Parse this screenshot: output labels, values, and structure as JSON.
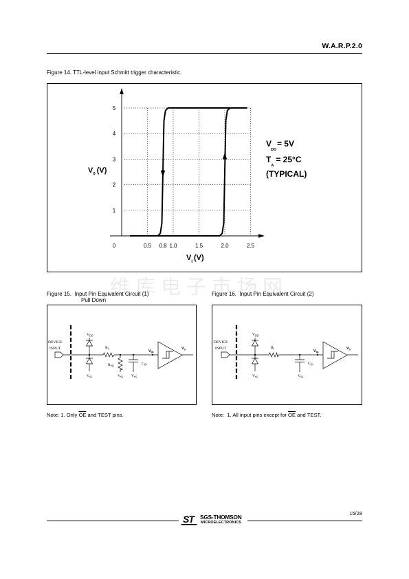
{
  "header": {
    "title": "W.A.R.P.2.0"
  },
  "watermark": "维库电子市场网",
  "fig14": {
    "caption": "Figure 14. TTL-level input Schmitt trigger characteristic.",
    "conditions": {
      "supply": {
        "main": "V",
        "sub": "DD",
        "rest": "= 5V"
      },
      "temperature": {
        "main": "T",
        "sub": "A",
        "rest": "= 25°C"
      },
      "typical": "(TYPICAL)"
    }
  },
  "chart_data": {
    "type": "line",
    "xlabel": {
      "main": "V",
      "sub": "I",
      "unit": "(V)"
    },
    "ylabel": {
      "main": "V",
      "sub": "0",
      "unit": "(V)"
    },
    "xlim": [
      0,
      2.5
    ],
    "ylim": [
      0,
      5
    ],
    "origin_label": "0",
    "x_ticks": [
      {
        "value": 0.5,
        "label": "0.5"
      },
      {
        "value": 0.8,
        "label": "0.8"
      },
      {
        "value": 1.0,
        "label": "1.0"
      },
      {
        "value": 1.5,
        "label": "1.5"
      },
      {
        "value": 2.0,
        "label": "2.0"
      },
      {
        "value": 2.5,
        "label": "2.5"
      }
    ],
    "y_ticks": [
      {
        "value": 1,
        "label": "1"
      },
      {
        "value": 2,
        "label": "2"
      },
      {
        "value": 3,
        "label": "3"
      },
      {
        "value": 4,
        "label": "4"
      },
      {
        "value": 5,
        "label": "5"
      }
    ],
    "grid": true,
    "grid_style": "dotted",
    "grid_x": [
      0.5,
      1.0,
      1.5,
      2.0,
      2.5
    ],
    "grid_y": [
      1,
      2,
      3,
      4,
      5
    ],
    "series": [
      {
        "arrow": "up",
        "arrow_at": [
          2.0,
          3.1
        ],
        "points": [
          [
            0.17,
            0
          ],
          [
            1.9,
            0
          ],
          [
            1.95,
            0.1
          ],
          [
            1.98,
            0.5
          ],
          [
            2.0,
            2.5
          ],
          [
            2.02,
            4.5
          ],
          [
            2.05,
            4.9
          ],
          [
            2.1,
            5
          ],
          [
            2.42,
            5
          ]
        ]
      },
      {
        "arrow": "down",
        "arrow_at": [
          0.8,
          2.45
        ],
        "points": [
          [
            2.42,
            5
          ],
          [
            0.9,
            5
          ],
          [
            0.85,
            4.9
          ],
          [
            0.82,
            4.5
          ],
          [
            0.8,
            2.5
          ],
          [
            0.78,
            0.5
          ],
          [
            0.75,
            0.1
          ],
          [
            0.7,
            0
          ],
          [
            0.17,
            0
          ]
        ]
      }
    ]
  },
  "fig15": {
    "caption": "Figure 15.  Input Pin Equivalent Circuit (1)",
    "caption_line2": "Pull Down",
    "circuit": {
      "device_label": [
        "DEVICE",
        "INPUT"
      ],
      "vdd": {
        "main": "V",
        "sub": "DD"
      },
      "vss": {
        "main": "V",
        "sub": "SS"
      },
      "r_series": {
        "main": "R",
        "sub": "I"
      },
      "r_pulldown": {
        "main": "R",
        "sub": "PD"
      },
      "c_in": {
        "main": "C",
        "sub": "IN"
      },
      "v_in": {
        "main": "V",
        "sub": "IN"
      },
      "v_out": {
        "main": "V",
        "sub": "0"
      }
    },
    "note": {
      "prefix": "Note: 1. Only ",
      "overline": "OE",
      "suffix": " and TEST pins."
    }
  },
  "fig16": {
    "caption": "Figure 16.  Input Pin Equivalent Circuit (2)",
    "circuit": {
      "device_label": [
        "DEVICE",
        "INPUT"
      ],
      "vdd": {
        "main": "V",
        "sub": "DD"
      },
      "vss": {
        "main": "V",
        "sub": "SS"
      },
      "r_series": {
        "main": "R",
        "sub": "I"
      },
      "c_in": {
        "main": "C",
        "sub": "IN"
      },
      "v_in": {
        "main": "V",
        "sub": "IN"
      },
      "v_out": {
        "main": "V",
        "sub": "0"
      }
    },
    "note": {
      "prefix": "Note:  1. All input pins except for ",
      "overline": "OE",
      "suffix": " and TEST."
    }
  },
  "footer": {
    "logo_mark": "ST",
    "company": "SGS-THOMSON",
    "division": "MICROELECTRONICS",
    "page": "15/28"
  }
}
